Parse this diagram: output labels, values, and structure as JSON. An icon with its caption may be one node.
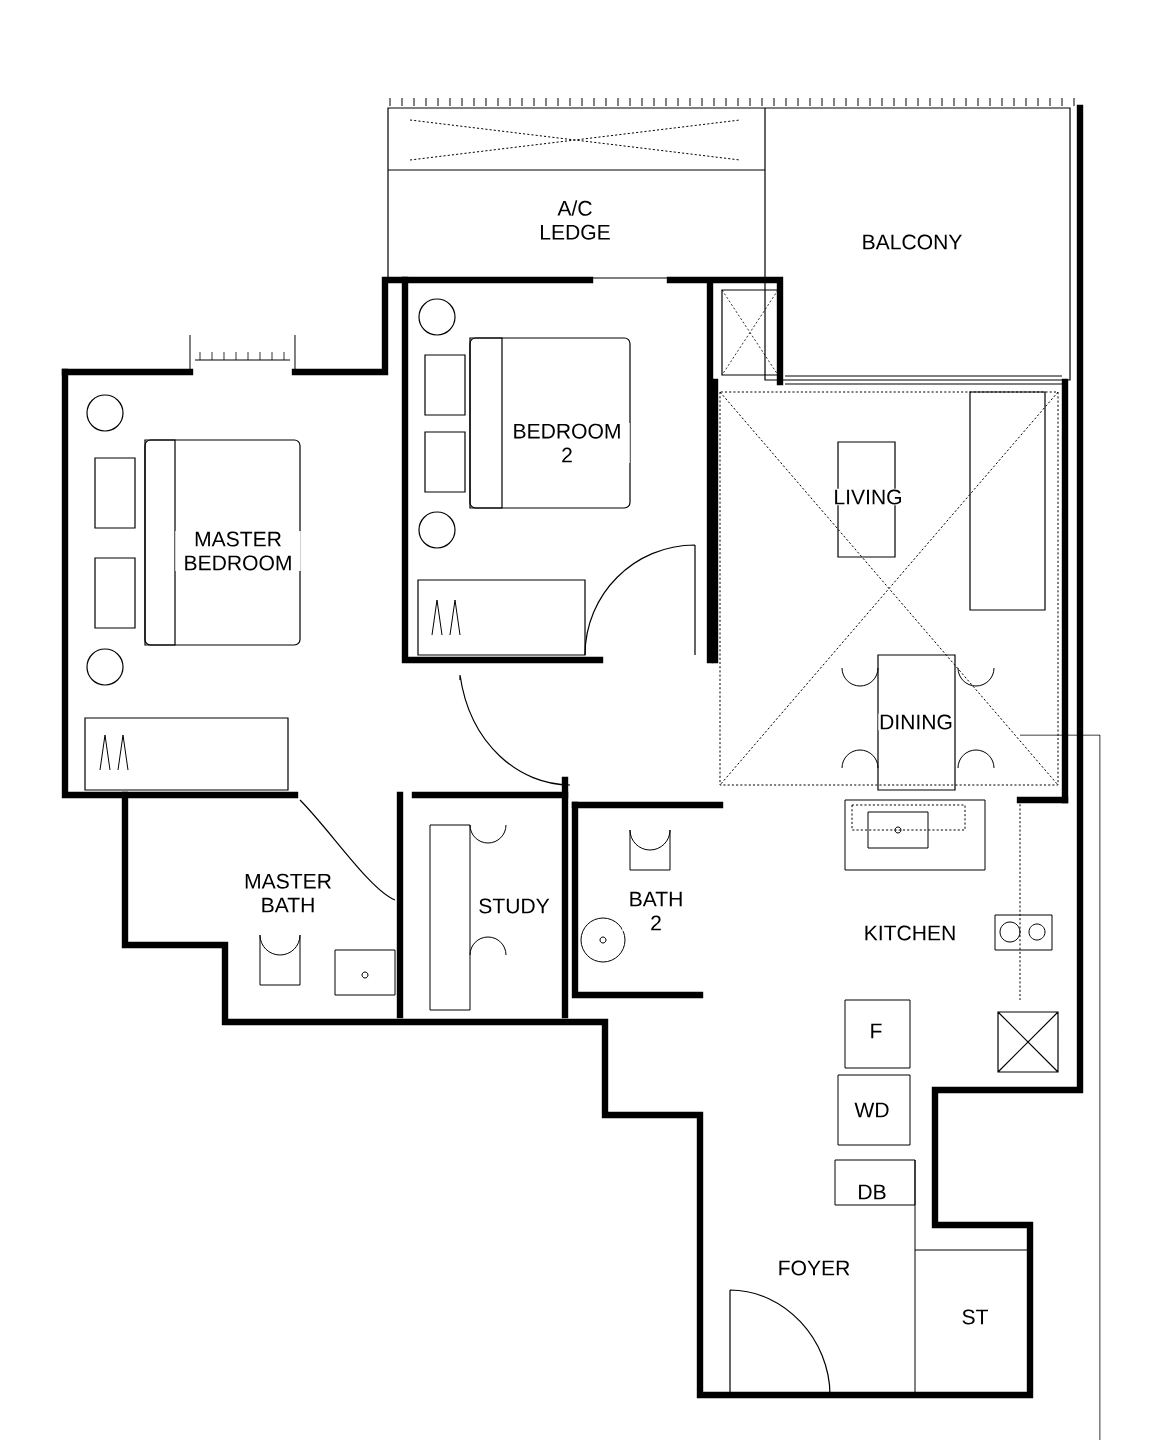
{
  "diagram": {
    "labels": [
      "A/C LEDGE",
      "BALCONY",
      "BEDROOM 2",
      "LIVING",
      "MASTER BEDROOM",
      "DINING",
      "MASTER BATH",
      "STUDY",
      "BATH 2",
      "KITCHEN",
      "F",
      "WD",
      "DB",
      "FOYER",
      "ST"
    ]
  }
}
